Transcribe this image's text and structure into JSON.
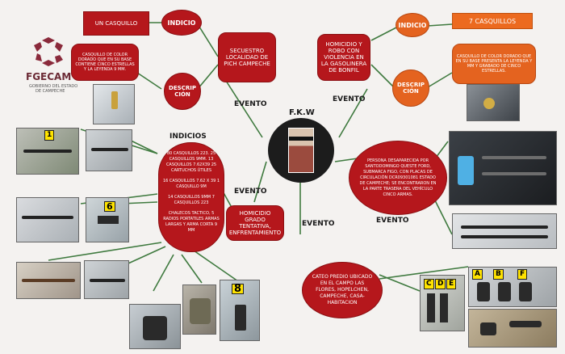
{
  "brand": {
    "name": "FGECAM",
    "subtitle_line1": "GOBIERNO DEL ESTADO",
    "subtitle_line2": "DE CAMPECHE",
    "logo_color": "#8a2a3b"
  },
  "center": {
    "title": "F.K.W"
  },
  "left_case": {
    "evento": "SECUESTRO LOCALIDAD DE PICH CAMPECHE",
    "indicio_label": "INDICIO",
    "indicio_text": "UN CASQUILLO",
    "descripcion_label": "DESCRIP CIÓN",
    "descripcion_text": "CASQUILLO DE COLOR DORADO QUE EN SU BASE CONTIENE CINCO ESTRELLAS Y LA LEYENDA 9 MM."
  },
  "right_case": {
    "evento": "HOMICIDIO Y ROBO CON VIOLENCIA EN LA GASOLINERA DE BONFIL",
    "indicio_label": "INDICIO",
    "indicio_text": "7 CASQUILLOS",
    "descripcion_label": "DESCRIP CIÓN",
    "descripcion_text": "CASQUILLO DE COLOR DORADO QUE EN SU BASE PRESENTA LA LEYENDA Y MM Y GRABADO DE CINCO ESTRELLAS."
  },
  "evento_labels": {
    "top_left": "EVENTO",
    "top_right": "EVENTO",
    "mid_left": "EVENTO",
    "right_mid": "EVENTO",
    "bottom": "EVENTO"
  },
  "indicios": {
    "title": "INDICIOS",
    "block1": "80 CASQUILLOS 223. 25 CASQUILLOS 9MM. 13 CASQUILLOS 7.62X39 25 CARTUCHOS ÚTILES",
    "block2": "16 CASQUILLOS 7.62 X 39 1 CASQUILLO 9M",
    "block3": "14 CASQUILLOS 9MM 7 CASQUILLOS 223",
    "block4": "CHALECOS TACTICO, 5 RADIOS PORTATILES ARMAS LARGAS Y ARMA CORTA 9 MM"
  },
  "homicidio": {
    "text": "HOMICIDIO GRADO TENTATIVA, ENFRENTAMIENTO"
  },
  "persona": {
    "text": "PERSONA DESAPARECIDA POR SANTODOMINGO QUESTE FORD, SUBMARCA FIGO, CON PLACAS DE CIRCULACIÓN DCR09301081 ESTADO DE CAMPECHE; SE ENCONTRARON EN LA PARTE TRASERA DEL VEHÍCULO CINCO ARMAS."
  },
  "cateo": {
    "text": "CATEO PREDIO UBICADO EN EL CAMPO LAS FLORES, HOPELCHEN, CAMPECHE, CASA-HABITACION"
  },
  "photo_tags": {
    "t1": "1",
    "t6": "6",
    "t8": "8",
    "c": "C",
    "d": "D",
    "e": "E",
    "f": "F",
    "a": "A",
    "b": "B"
  },
  "colors": {
    "red": "#b5171c",
    "orange": "#e4631f",
    "line": "#3f7a3f"
  }
}
